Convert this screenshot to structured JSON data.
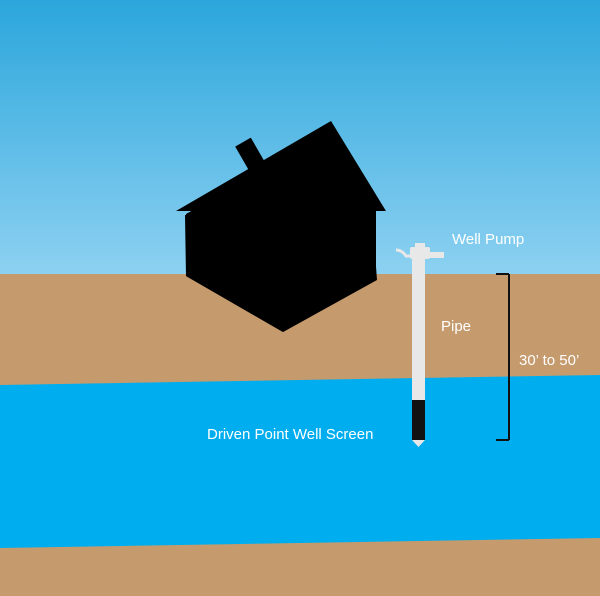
{
  "labels": {
    "well_pump": "Well Pump",
    "pipe": "Pipe",
    "depth": "30’ to 50’",
    "well_screen": "Driven Point Well Screen"
  },
  "colors": {
    "sky_top": "#2ba6dc",
    "sky_bottom": "#8dd1f1",
    "soil": "#c59a6d",
    "water": "#00aeef",
    "house": "#000000",
    "pipe": "#e8e8e8",
    "screen": "#111111",
    "text": "#ffffff",
    "bracket": "#111111"
  },
  "icons": {
    "house": "house-icon",
    "pump": "well-pump-icon"
  }
}
